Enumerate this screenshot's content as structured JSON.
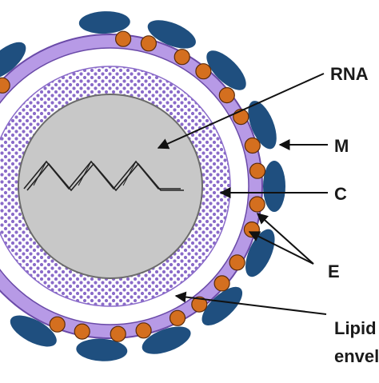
{
  "labels": {
    "rna": "RNA",
    "m": "M",
    "c": "C",
    "e": "E",
    "lipid_line1": "Lipid",
    "lipid_line2": "envelope"
  },
  "colors": {
    "background": "#ffffff",
    "lipid_band": "#b79ae6",
    "lipid_edge": "#6a4aa8",
    "capsid_dots": "#8a6bc9",
    "core": "#c8c8c8",
    "core_edge": "#6b6b6b",
    "m_protein": "#1f4f7f",
    "e_protein": "#d46f1f",
    "arrow": "#111111"
  }
}
